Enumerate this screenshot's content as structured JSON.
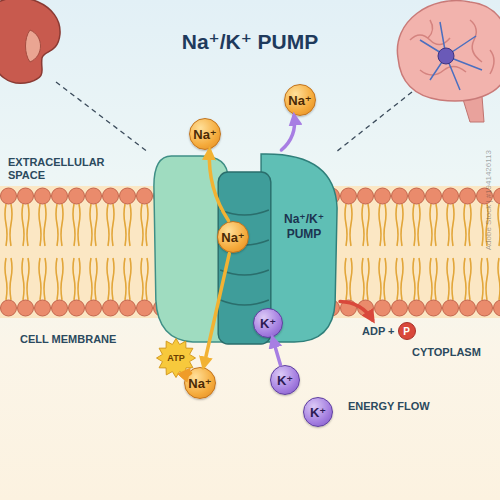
{
  "diagram": {
    "title": "Na⁺/K⁺ PUMP",
    "nodes": [
      {
        "text": [
          "Na⁺"
        ]
      },
      {
        "text": [
          "Na⁺"
        ]
      },
      {
        "text": [
          "Na⁺/K⁺ PUMP"
        ]
      },
      {
        "text": [
          "Na⁺"
        ],
        "in": 2
      },
      {
        "text": [
          "K⁺"
        ],
        "in": 2
      },
      {
        "text": [
          "ATP"
        ]
      },
      {
        "text": [
          "Na⁺"
        ]
      },
      {
        "text": [
          "K⁺"
        ]
      },
      {
        "text": [
          "ADP +",
          "P"
        ]
      },
      {
        "text": [
          "K⁺"
        ]
      }
    ],
    "edges": [
      {
        "from": 3,
        "to": 0,
        "arrow": "to"
      },
      {
        "from": 2,
        "to": 1,
        "arrow": "to"
      },
      {
        "from": 3,
        "to": 6,
        "arrow": "to"
      },
      {
        "from": 7,
        "to": 4,
        "arrow": "to"
      },
      {
        "from": 5,
        "to": 6,
        "arrow": "to"
      },
      {
        "from": 2,
        "to": 8,
        "arrow": "to"
      }
    ],
    "labels": [
      "EXTRACELLULAR SPACE",
      "CELL MEMBRANE",
      "CYTOPLASM",
      "ENERGY FLOW",
      "Adobe Stock | #1941426113"
    ]
  }
}
